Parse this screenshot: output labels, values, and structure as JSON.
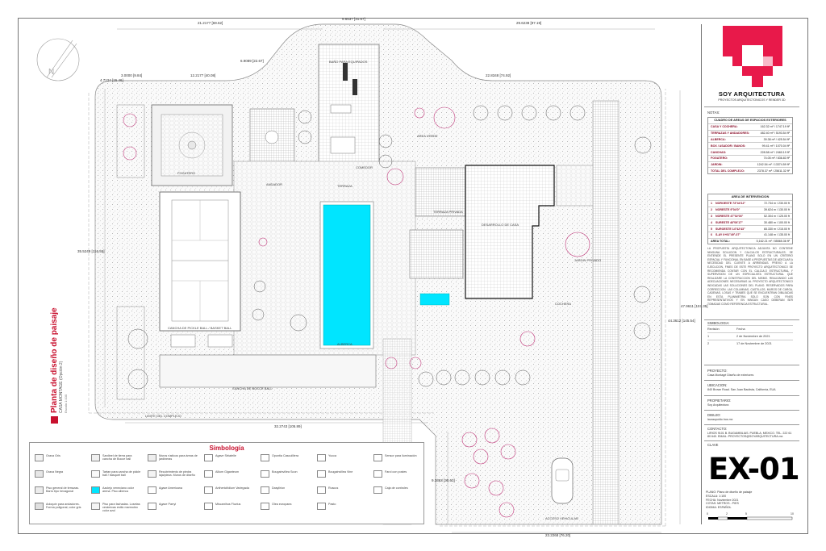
{
  "title_block": {
    "brand": "SOY ARQUITECTURA",
    "brand_subtitle": "PROYECTOS ARQUITECTONICOS Y RENDER 3D",
    "notas_label": "NOTAS:",
    "areas_table": {
      "title": "CUADRO DE AREAS DE ESPACIOS EXTERIORES",
      "rows": [
        {
          "label": "CASA Y COCHERA:",
          "value": "162.32 m² / 1747.19 ft²"
        },
        {
          "label": "TERRAZAS Y ANDADORES:",
          "value": "482.40 m² / 5193.54 ft²"
        },
        {
          "label": "ALBERCA:",
          "value": "39.38 m² / 425.54 ft²"
        },
        {
          "label": "BOX / ASADOR / BANOS:",
          "value": "99.41 m² / 1070.04 ft²"
        },
        {
          "label": "CANCHAS:",
          "value": "228.58 m² / 2460.19 ft²"
        },
        {
          "label": "FOGATERO:",
          "value": "74.05 m² / 836.83 ft²"
        },
        {
          "label": "JARDIN:",
          "value": "1242.54 m² / 13374.59 ft²"
        },
        {
          "label": "TOTAL DEL COMPLEJO:",
          "value": "2378.37 m² / 25611.32 ft²"
        }
      ]
    },
    "intervention_table": {
      "title": "AREA DE INTERVENCION",
      "rows": [
        {
          "n": "1",
          "label": "NOROESTE  73°44'12\"",
          "value": "72.734 m / 230.00 ft"
        },
        {
          "n": "2",
          "label": "NORESTE  9°04'0\"",
          "value": "39.624 m / 130.00 ft"
        },
        {
          "n": "3",
          "label": "NORESTE  47°02'03\"",
          "value": "52.304 m / 125.00 ft"
        },
        {
          "n": "4",
          "label": "SURESTE  46°06'17\"",
          "value": "30.480 m / 100.00 ft"
        },
        {
          "n": "5",
          "label": "SUROESTE  14°42'43\"",
          "value": "65.330 m / 215.00 ft"
        },
        {
          "n": "6",
          "label": "S-AY 6+91°49°-07\"",
          "value": "41.148 m / 135.00 ft"
        }
      ],
      "total_label": "AREA TOTAL:",
      "total_value": "5,162.21 m² / 55565.36 ft²"
    },
    "notes_text": "LA PROPUESTA ARQUITECTONICA ADJUNTA NO CONTIENE NINGUNA SOLUCION Y CALCULOS ESTRUCTURALES. SE ENTIENDE EL PRESENTE PLANO SOLO EN UN CRITERIO ESPACIAL Y FUNCIONAL EN BASE A PROPUESTAS DE ADECUAR A NECESIDAD DEL CLIENTE A ARRIENDAS. PREVIO A LA EJECUCION, FINES DE ESTE PROYECTO ARQUITECTONICO SE RECOMIENDA CONTAR CON EL CALCULO ESTRUCTURAL Y SUPERVISION DE UN ESPECIALISTA ESTRUCTURAL QUE REALIZARE LA CONSTRUCCION DEL MISMO. REALIZANDO LAS ADECUACIONES NECESARIAS AL PROYECTO ARQUITECTONICO INDICADAS LAS SOLUCIONES DEL PLANO. RESERVADOS PARA CORRECCION. LAS COLUMNAS, CASTILLOS, MUROS DE CARGA, CADENAS, LOSAS Y TRABES QUE SE ENCUENTRAN DIBUJADAS EN ESTA PLANIMETRIA SOLO SON CON FINES REPRESENTATIVOS Y EN NINGUN CASO DEBERAN SER TOMADAS COMO REFERENCIA ESTRUCTURAL.",
    "simbologia_label": "SIMBOLOGIA:",
    "revision_header": [
      "Revisión",
      "Fecha"
    ],
    "revisions": [
      {
        "n": "1",
        "date": "2 de Noviembre de 2021"
      },
      {
        "n": "2",
        "date": "17 de Noviembre de 2021"
      }
    ],
    "proyecto_label": "PROYECTO:",
    "proyecto_value": "Casa Montagé Diseño de exteriores",
    "ubicacion_label": "UBICACION:",
    "ubicacion_value": "840 Brown Road. San Juan Bautista, California, EUA",
    "propietario_label": "PROPIETARIO:",
    "propietario_value": "Soy Arquitectura",
    "dibujo_label": "DIBUJO:",
    "dibujo_value": "lauraupoldo.hos.mx",
    "contacto_label": "CONTACTO:",
    "contacto_value": "LIRIOS 9101 B. BUGAMBILIAS. PUEBLA, MEXICO. TEL. 222 61 80 640. EMAIL: PROYECTOS@SOYARQUITECTURA.mx",
    "clave_label": "CLAVE",
    "clave": "EX-01",
    "plano_lines": [
      "PLANO:  Plano de diseño de paisaje",
      "ESCALA:  1:100",
      "FECHA:  Noviembre 2021",
      "COTAS:  METROS - PIES",
      "IDIOMA:  ESPAÑOL"
    ],
    "scale_ticks": [
      "0",
      "2",
      "5",
      "10"
    ]
  },
  "drawing": {
    "vertical_title": "Planta de diseño de paisaje",
    "vertical_subtitle": "CASA MONTAGE (Opción 2)",
    "vertical_scale": "Escala 1:100",
    "dims": [
      {
        "t": "21.2177",
        "s": "[69.62]"
      },
      {
        "t": "9.6537",
        "s": "[31.67]"
      },
      {
        "t": "29.6238",
        "s": "[97.19]"
      },
      {
        "t": "4.7124",
        "s": "[15.46]"
      },
      {
        "t": "6.9089",
        "s": "[22.67]"
      },
      {
        "t": "12.2177",
        "s": "[40.08]"
      },
      {
        "t": "3.0000",
        "s": "[9.84]"
      },
      {
        "t": "22.8348",
        "s": "[74.92]"
      },
      {
        "t": "35.5249",
        "s": "[116.55]"
      },
      {
        "t": "47.9611",
        "s": "[157.35]"
      },
      {
        "t": "44.3612",
        "s": "[145.54]"
      },
      {
        "t": "32.2743",
        "s": "[105.89]"
      },
      {
        "t": "23.2268",
        "s": "[76.20]"
      },
      {
        "t": "9.3363",
        "s": "[30.63]"
      }
    ],
    "zone_labels": {
      "banio": "BAÑO PARA EQUIPADOS",
      "fogatero": "FOGATERO",
      "comedor": "COMEDOR",
      "andador": "ANDADOR",
      "terraza": "TERRAZA",
      "area_verde": "AREA VERDE",
      "terraza_privada": "TERRAZA PRIVADA",
      "desarrollo": "DESARROLLO DE CASA",
      "cancha_pickle": "CANCHA DE PICKLE BALL / BASKET BALL",
      "cancha_bocce": "CANCHA DE BOCCE BALL",
      "alberca": "ALBERCA",
      "jardin_privado": "JARDIN PRIVADO",
      "cochera": "COCHERA",
      "acceso": "ACCESO VEHICULAR",
      "limite": "LIMITE DEL COMPLEJO"
    }
  },
  "legend": {
    "title": "Simbología",
    "items": [
      {
        "label": "Grava Gris",
        "color": "#f3f3f3"
      },
      {
        "label": "Grava Negra",
        "color": "#e6e6e6"
      },
      {
        "label": "Piso general de terrazas. Barro tipo hexagonal",
        "color": "#ececec"
      },
      {
        "label": "Adoquín para andadores. Forma poligonal, color gris",
        "color": "#e0e0e0"
      },
      {
        "label": "Sardinel de tierra para cancha de Bocce ball",
        "color": "#f0f0f0"
      },
      {
        "label": "Tartan para cancha de pickle ball / basquet ball",
        "color": "#fafafa"
      },
      {
        "label": "Azulejo veneciano color arena. Piso alberca",
        "color": "#00e5ff"
      },
      {
        "label": "Piso para fachadas. Losetas cerámicas estilo marmoleo color azul",
        "color": "#f5f5f5"
      },
      {
        "label": "Muros rústicos para áreas de jardineras",
        "color": "#eeeeee"
      },
      {
        "label": "Recubrimiento de piedra laja/pieza. Muros de diseño",
        "color": "#f4f4f4"
      },
      {
        "label": "Agave Americana",
        "color": "#ffffff"
      },
      {
        "label": "Agave Parryi",
        "color": "#ffffff"
      },
      {
        "label": "Agave Striatelle",
        "color": "#ffffff"
      },
      {
        "label": "Allium Giganteum",
        "color": "#ffffff"
      },
      {
        "label": "Anthericifolium Variegada",
        "color": "#ffffff"
      },
      {
        "label": "Miscanthus Fluvius",
        "color": "#ffffff"
      },
      {
        "label": "Opuntia Cascuilliera",
        "color": "#ffffff"
      },
      {
        "label": "Bougainvillea Soon",
        "color": "#ffffff"
      },
      {
        "label": "Dasylirion",
        "color": "#ffffff"
      },
      {
        "label": "Olea europaea",
        "color": "#ffffff"
      },
      {
        "label": "Yucca",
        "color": "#ffffff"
      },
      {
        "label": "Bougainvillea Vine",
        "color": "#ffffff"
      },
      {
        "label": "Ruscus",
        "color": "#ffffff"
      },
      {
        "label": "Pasto",
        "color": "#ffffff"
      },
      {
        "label": "Sensor para iluminación",
        "color": "#ffffff"
      },
      {
        "label": "Farol con postes",
        "color": "#ffffff"
      },
      {
        "label": "Caja de controles",
        "color": "#ffffff"
      }
    ]
  },
  "colors": {
    "brand_red": "#e8194a",
    "pool": "#00e5ff",
    "plant_pink": "#c0387a",
    "line": "#555555"
  }
}
